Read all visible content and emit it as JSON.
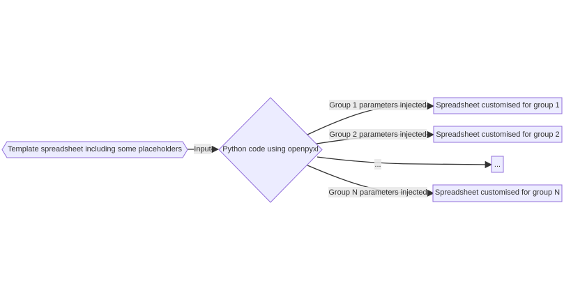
{
  "flowchart": {
    "nodes": {
      "template": "Template spreadsheet including some placeholders",
      "python": "Python code using openpyxl",
      "group1": "Spreadsheet customised for group 1",
      "group2": "Spreadsheet customised for group 2",
      "ellipsis": "...",
      "groupN": "Spreadsheet customised for group N"
    },
    "edges": {
      "input": "Input",
      "group1": "Group 1 parameters injected",
      "group2": "Group 2 parameters injected",
      "ellipsis": "...",
      "groupN": "Group N parameters injected"
    }
  },
  "colors": {
    "node_fill": "#ececff",
    "node_stroke": "#9370db",
    "edge_stroke": "#333333",
    "label_bg": "#e8e8e8",
    "text": "#333333"
  }
}
